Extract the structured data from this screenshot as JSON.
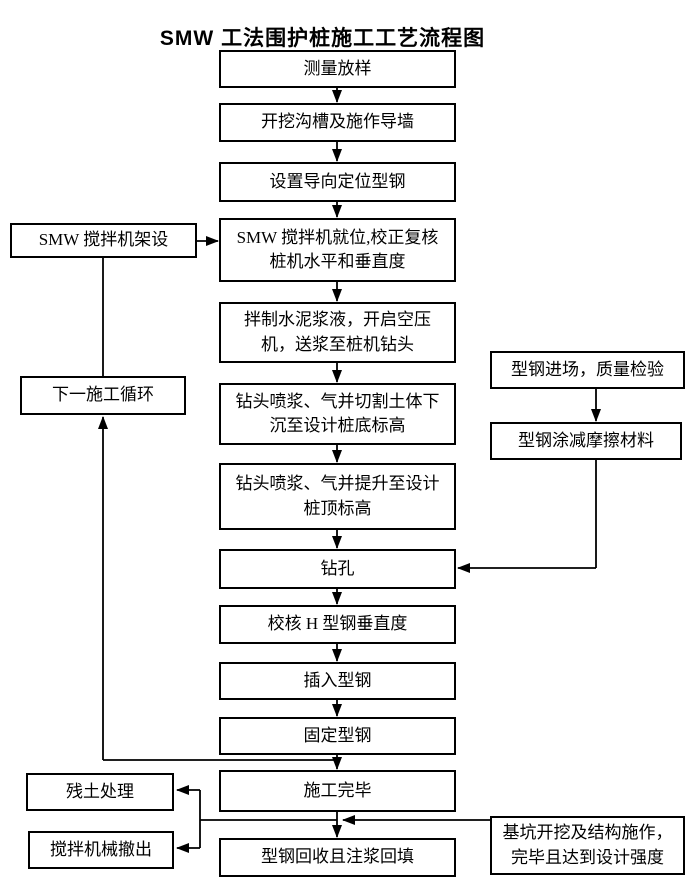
{
  "flowchart": {
    "title": "SMW 工法围护桩施工工艺流程图",
    "main_steps": [
      {
        "id": "survey-layout",
        "label": "测量放样"
      },
      {
        "id": "excavate-trench",
        "label": "开挖沟槽及施作导墙"
      },
      {
        "id": "set-guide-steel",
        "label": "设置导向定位型钢"
      },
      {
        "id": "mixer-in-position",
        "label": "SMW 搅拌机就位,校正复核桩机水平和垂直度"
      },
      {
        "id": "mix-cement-slurry",
        "label": "拌制水泥浆液，开启空压机，送浆至桩机钻头"
      },
      {
        "id": "jet-cut-sink",
        "label": "钻头喷浆、气并切割土体下沉至设计桩底标高"
      },
      {
        "id": "jet-lift",
        "label": "钻头喷浆、气并提升至设计桩顶标高"
      },
      {
        "id": "drilling",
        "label": "钻孔"
      },
      {
        "id": "check-h-steel-verticality",
        "label": "校核 H 型钢垂直度"
      },
      {
        "id": "insert-steel",
        "label": "插入型钢"
      },
      {
        "id": "fix-steel",
        "label": "固定型钢"
      },
      {
        "id": "construction-complete",
        "label": "施工完毕"
      },
      {
        "id": "steel-recovery-grouting",
        "label": "型钢回收且注浆回填"
      }
    ],
    "left_branch": [
      {
        "id": "mixer-setup",
        "label": "SMW 搅拌机架设"
      },
      {
        "id": "next-cycle",
        "label": "下一施工循环"
      },
      {
        "id": "residual-soil-disposal",
        "label": "残土处理"
      },
      {
        "id": "mixer-withdrawal",
        "label": "搅拌机械撤出"
      }
    ],
    "right_branch": [
      {
        "id": "steel-arrival-inspection",
        "label": "型钢进场，质量检验"
      },
      {
        "id": "steel-friction-coating",
        "label": "型钢涂减摩擦材料"
      },
      {
        "id": "pit-excavation-strength",
        "label": "基坑开挖及结构施作，完毕且达到设计强度"
      }
    ],
    "colors": {
      "line": "#000000",
      "box_background": "#ffffff",
      "text": "#000000"
    }
  }
}
